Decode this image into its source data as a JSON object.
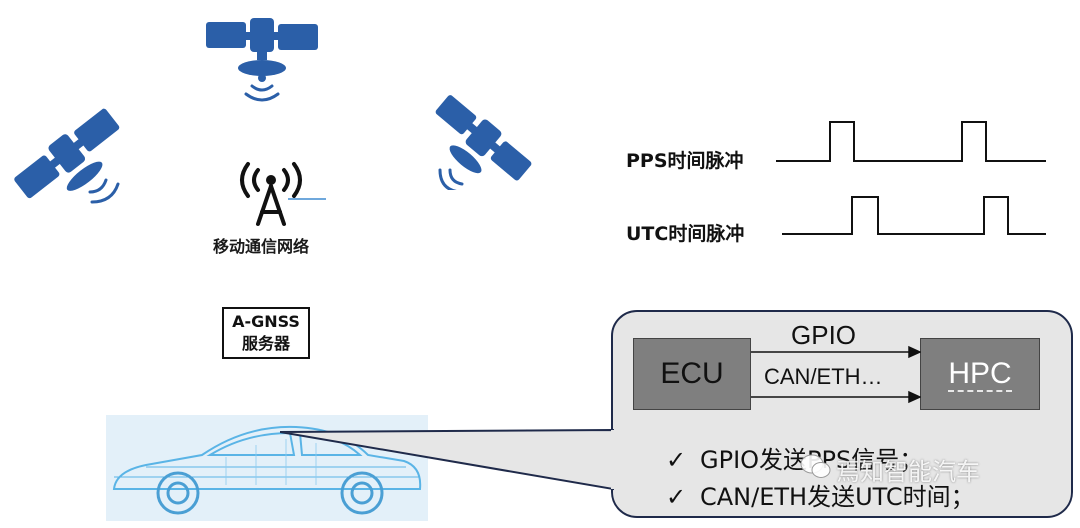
{
  "network": {
    "label": "移动通信网络"
  },
  "agnss": {
    "line1": "A-GNSS",
    "line2": "服务器"
  },
  "pulses": [
    {
      "label": "PPS时间脉冲"
    },
    {
      "label": "UTC时间脉冲"
    }
  ],
  "callout": {
    "ecu_label": "ECU",
    "hpc_label": "HPC",
    "top_arrow_label": "GPIO",
    "bottom_arrow_label": "CAN/ETH…",
    "bullets": [
      {
        "check": "✓",
        "text": "GPIO发送PPS信号；"
      },
      {
        "check": "✓",
        "text": "CAN/ETH发送UTC时间；"
      }
    ]
  },
  "watermark": {
    "text": "焉知智能汽车"
  },
  "colors": {
    "satellite": "#2b5fa8",
    "callout_bg": "#e6e6e6",
    "box_gray": "#7f7f7f",
    "car_blue": "#5ab4e6"
  }
}
